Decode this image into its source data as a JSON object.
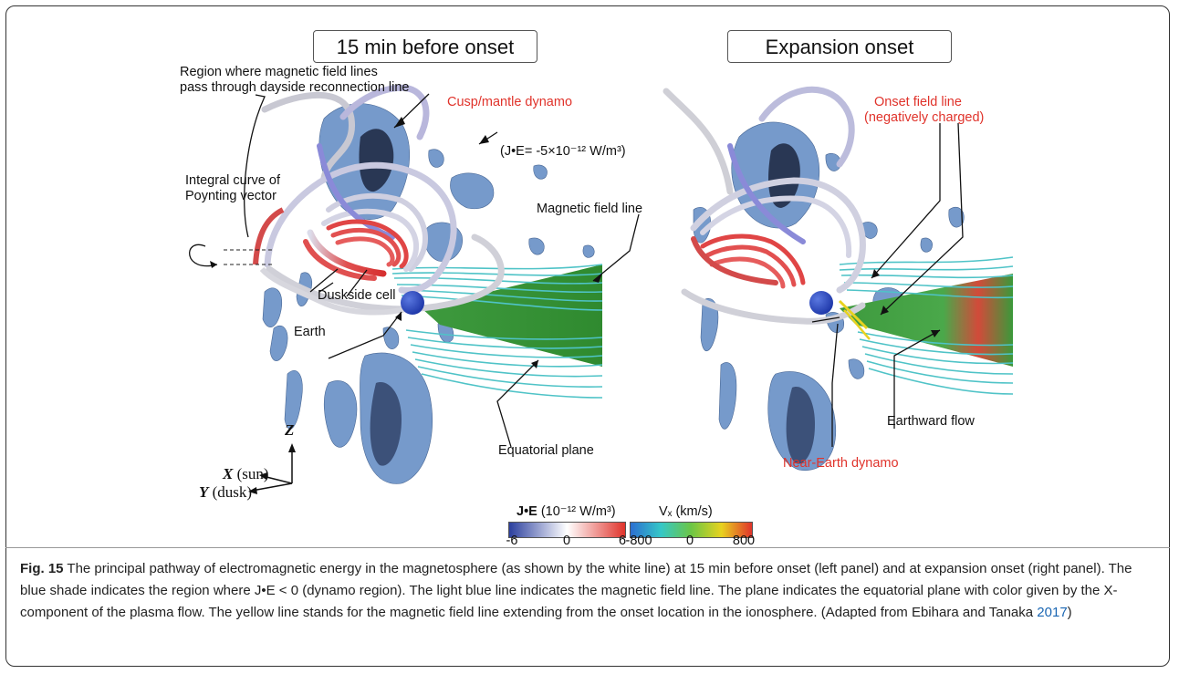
{
  "panels": {
    "left_title": "15 min before onset",
    "right_title": "Expansion onset"
  },
  "labels": {
    "region_line1": "Region where magnetic field lines",
    "region_line2": "pass through dayside reconnection line",
    "cusp_dynamo": "Cusp/mantle dynamo",
    "je_value": "(J•E= -5×10⁻¹² W/m³)",
    "integral_line1": "Integral curve of",
    "integral_line2": "Poynting vector",
    "magnetic_field_line_left": "Magnetic field line",
    "duskside_cell": "Duskside cell",
    "earth": "Earth",
    "equatorial_plane": "Equatorial plane",
    "onset_line1": "Onset field line",
    "onset_line2": "(negatively charged)",
    "earthward_flow": "Earthward flow",
    "near_earth_dynamo": "Near-Earth dynamo"
  },
  "axes": {
    "z": "Z",
    "x_var": "X",
    "x_desc": "(sun)",
    "y_var": "Y",
    "y_desc": "(dusk)"
  },
  "colorbars": {
    "je": {
      "title_bold": "J•E",
      "title_rest": " (10⁻¹² W/m³)",
      "ticks": [
        "-6",
        "0",
        "6"
      ],
      "colors": [
        "#2b3f9e",
        "#ffffff",
        "#e0332b"
      ]
    },
    "vx": {
      "title": "Vₓ (km/s)",
      "ticks": [
        "-800",
        "0",
        "800"
      ],
      "colors": [
        "#2c6fd1",
        "#35c7c7",
        "#6cc644",
        "#e8d21f",
        "#e0332b"
      ]
    }
  },
  "caption": {
    "fig_label": "Fig. 15",
    "text": " The principal pathway of electromagnetic energy in the magnetosphere (as shown by the white line) at 15 min before onset (left panel) and at expansion onset (right panel). The blue shade indicates the region where J•E < 0 (dynamo region). The light blue line indicates the magnetic field line. The plane indicates the equatorial plane with color given by the X-component of the plasma flow. The yellow line stands for the magnetic field line extending from the onset location in the ionosphere. (Adapted from Ebihara and Tanaka ",
    "cite_year": "2017",
    "text_end": ")"
  }
}
